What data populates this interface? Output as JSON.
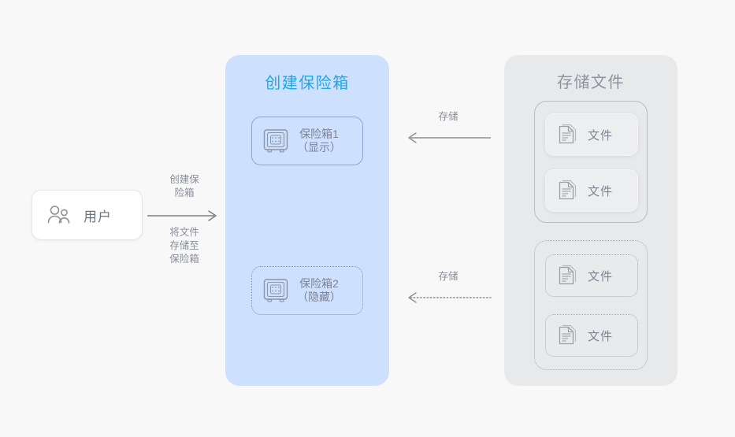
{
  "diagram": {
    "background_color": "#f8f8f9",
    "actor": {
      "label": "用户",
      "icon": "users-icon"
    },
    "flows": [
      {
        "id": "create-vault",
        "caption_lines": [
          "创建保",
          "险箱"
        ],
        "direction": "right",
        "style": "solid"
      },
      {
        "id": "store-files-to-vault",
        "caption_lines": [
          "将文件",
          "存储至",
          "保险箱"
        ],
        "direction": "right",
        "style": "solid"
      },
      {
        "id": "store-visible",
        "caption": "存储",
        "direction": "left",
        "style": "solid"
      },
      {
        "id": "store-hidden",
        "caption": "存储",
        "direction": "left",
        "style": "dotted"
      }
    ],
    "vault_panel": {
      "title": "创建保险箱",
      "title_color": "#1fa7e8",
      "background_color": "#cde0fd",
      "vaults": [
        {
          "id": "vault-1",
          "icon": "safe-icon",
          "name": "保险箱1",
          "state": "（显示）",
          "border_style": "solid"
        },
        {
          "id": "vault-2",
          "icon": "safe-icon",
          "name": "保险箱2",
          "state": "（隐藏）",
          "border_style": "dotted"
        }
      ]
    },
    "storage_panel": {
      "title": "存储文件",
      "title_color": "#8c93a0",
      "background_color": "#e8e9eb",
      "groups": [
        {
          "id": "group-visible",
          "border_style": "solid",
          "files": [
            {
              "icon": "document-icon",
              "label": "文件"
            },
            {
              "icon": "document-icon",
              "label": "文件"
            }
          ]
        },
        {
          "id": "group-hidden",
          "border_style": "dotted",
          "files": [
            {
              "icon": "document-icon",
              "label": "文件"
            },
            {
              "icon": "document-icon",
              "label": "文件"
            }
          ]
        }
      ]
    }
  }
}
